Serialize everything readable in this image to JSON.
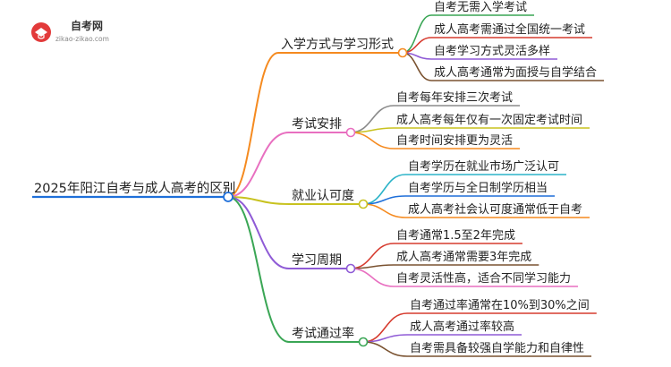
{
  "logo": {
    "title": "自考网",
    "url": "zikao-zikao.com"
  },
  "root": {
    "label": "2025年阳江自考与成人高考的区别",
    "color": "#1e6fd9"
  },
  "branches": [
    {
      "label": "入学方式与学习形式",
      "color": "#f58a1f",
      "leaves": [
        {
          "label": "自考无需入学考试",
          "color": "#3aa655"
        },
        {
          "label": "成人高考需通过全国统一考试",
          "color": "#d63b2f"
        },
        {
          "label": "自考学习方式灵活多样",
          "color": "#8f5bd6"
        },
        {
          "label": "成人高考通常为面授与自学结合",
          "color": "#7a5230"
        }
      ]
    },
    {
      "label": "考试安排",
      "color": "#e86fc0",
      "leaves": [
        {
          "label": "自考每年安排三次考试",
          "color": "#8a8a8a"
        },
        {
          "label": "成人高考每年仅有一次固定考试时间",
          "color": "#c8c21f"
        },
        {
          "label": "自考时间安排更为灵活",
          "color": "#f58a1f"
        }
      ]
    },
    {
      "label": "就业认可度",
      "color": "#c8c21f",
      "leaves": [
        {
          "label": "自考学历在就业市场广泛认可",
          "color": "#2bb3c8"
        },
        {
          "label": "自考学历与全日制学历相当",
          "color": "#1e6fd9"
        },
        {
          "label": "成人高考社会认可度通常低于自考",
          "color": "#f58a1f"
        }
      ]
    },
    {
      "label": "学习周期",
      "color": "#8f5bd6",
      "leaves": [
        {
          "label": "自考通常1.5至2年完成",
          "color": "#d63b2f"
        },
        {
          "label": "成人高考通常需要3年完成",
          "color": "#7a5230"
        },
        {
          "label": "自考灵活性高，适合不同学习能力",
          "color": "#e86fc0"
        }
      ]
    },
    {
      "label": "考试通过率",
      "color": "#3aa655",
      "leaves": [
        {
          "label": "自考通过率通常在10%到30%之间",
          "color": "#d63b2f"
        },
        {
          "label": "成人高考通过率较高",
          "color": "#8f5bd6"
        },
        {
          "label": "自考需具备较强自学能力和自律性",
          "color": "#7a5230"
        }
      ]
    }
  ]
}
